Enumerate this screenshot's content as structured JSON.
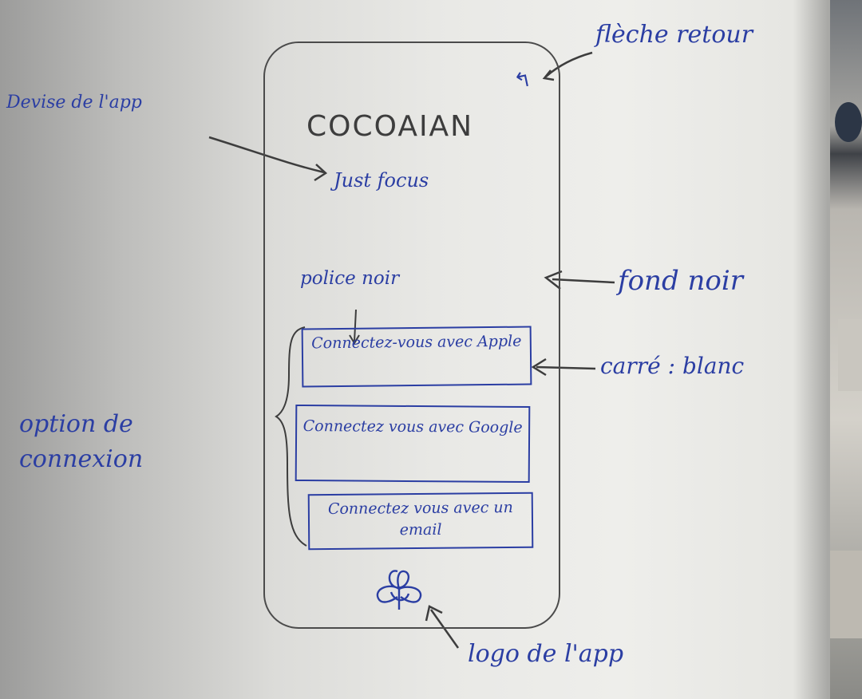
{
  "app": {
    "title": "COCOAIAN",
    "tagline": "Just focus",
    "font_note": "police noir",
    "back_arrow": "↰"
  },
  "login_options": [
    {
      "id": "apple",
      "label": "Connectez-vous avec Apple"
    },
    {
      "id": "google",
      "label": "Connectez vous avec Google"
    },
    {
      "id": "email",
      "label": "Connectez vous avec un email"
    }
  ],
  "annotations": {
    "devise": "Devise de l'app",
    "fleche": "flèche retour",
    "fond": "fond noir",
    "carre": "carré : blanc",
    "option": "option de connexion",
    "logo": "logo de l'app"
  },
  "colors": {
    "ink": "#2b3ea3",
    "pencil": "#3d3d3d",
    "paper": "#eeeeeb"
  },
  "icons": {
    "logo": "knot-logo-icon",
    "back": "back-arrow-icon"
  }
}
